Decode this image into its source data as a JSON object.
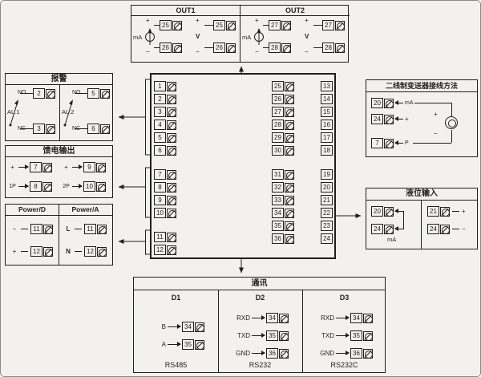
{
  "colors": {
    "line": "#1f1f1f",
    "background": "#f2f1ed"
  },
  "out": {
    "sections": [
      {
        "title": "OUT1",
        "circuits": [
          {
            "label": "mA",
            "plus": "+",
            "minus": "−",
            "terminals": [
              "25",
              "26"
            ]
          },
          {
            "label": "V",
            "plus": "+",
            "minus": "−",
            "terminals": [
              "25",
              "26"
            ]
          }
        ]
      },
      {
        "title": "OUT2",
        "circuits": [
          {
            "label": "mA",
            "plus": "+",
            "minus": "−",
            "terminals": [
              "27",
              "28"
            ]
          },
          {
            "label": "V",
            "plus": "+",
            "minus": "−",
            "terminals": [
              "27",
              "28"
            ]
          }
        ]
      }
    ]
  },
  "alarm": {
    "title": "报警",
    "relays": [
      {
        "name": "AL.1",
        "no_label": "NO",
        "nc_label": "NC",
        "no_terminal": "2",
        "nc_terminal": "3"
      },
      {
        "name": "AL.2",
        "no_label": "NO",
        "nc_label": "NC",
        "no_terminal": "5",
        "nc_terminal": "6"
      }
    ]
  },
  "feed": {
    "title": "馈电输出",
    "groups": [
      {
        "name": "1P",
        "plus": "+",
        "terminals": [
          "7",
          "8"
        ]
      },
      {
        "name": "2P",
        "plus": "+",
        "terminals": [
          "9",
          "10"
        ]
      }
    ]
  },
  "power": {
    "columns": [
      {
        "title": "Power/D",
        "rows": [
          {
            "label": "−",
            "terminal": "11"
          },
          {
            "label": "+",
            "terminal": "12"
          }
        ]
      },
      {
        "title": "Power/A",
        "rows": [
          {
            "label": "L",
            "terminal": "11"
          },
          {
            "label": "N",
            "terminal": "12"
          }
        ]
      }
    ]
  },
  "block": {
    "left": [
      "1",
      "2",
      "3",
      "4",
      "5",
      "6",
      "7",
      "8",
      "9",
      "10",
      "11",
      "12"
    ],
    "inner": [
      "25",
      "26",
      "27",
      "28",
      "29",
      "30",
      "31",
      "32",
      "33",
      "34",
      "35",
      "36"
    ],
    "outer": [
      "13",
      "14",
      "15",
      "16",
      "17",
      "18",
      "19",
      "20",
      "21",
      "22",
      "23",
      "24"
    ]
  },
  "transmitter": {
    "title": "二线制变送器接线方法",
    "rows": [
      {
        "terminal": "20",
        "label": "mA"
      },
      {
        "terminal": "24",
        "label": "+"
      },
      {
        "terminal": "7",
        "label": "P"
      }
    ],
    "plus": "+",
    "minus": "−"
  },
  "liquid": {
    "title": "液位输入",
    "left": {
      "terminals": [
        "20",
        "24"
      ],
      "label": "mA"
    },
    "right": {
      "rows": [
        {
          "terminal": "21",
          "label": "+"
        },
        {
          "terminal": "24",
          "label": "−"
        }
      ]
    }
  },
  "comm": {
    "title": "通讯",
    "columns": [
      {
        "header": "D1",
        "rows": [
          {
            "signal": "B",
            "terminal": "34"
          },
          {
            "signal": "A",
            "terminal": "35"
          }
        ],
        "standard": "RS485"
      },
      {
        "header": "D2",
        "rows": [
          {
            "signal": "RXD",
            "terminal": "34"
          },
          {
            "signal": "TXD",
            "terminal": "35"
          },
          {
            "signal": "GND",
            "terminal": "36"
          }
        ],
        "standard": "RS232"
      },
      {
        "header": "D3",
        "rows": [
          {
            "signal": "RXD",
            "terminal": "34"
          },
          {
            "signal": "TXD",
            "terminal": "35"
          },
          {
            "signal": "GND",
            "terminal": "36"
          }
        ],
        "standard": "RS232C"
      }
    ]
  }
}
